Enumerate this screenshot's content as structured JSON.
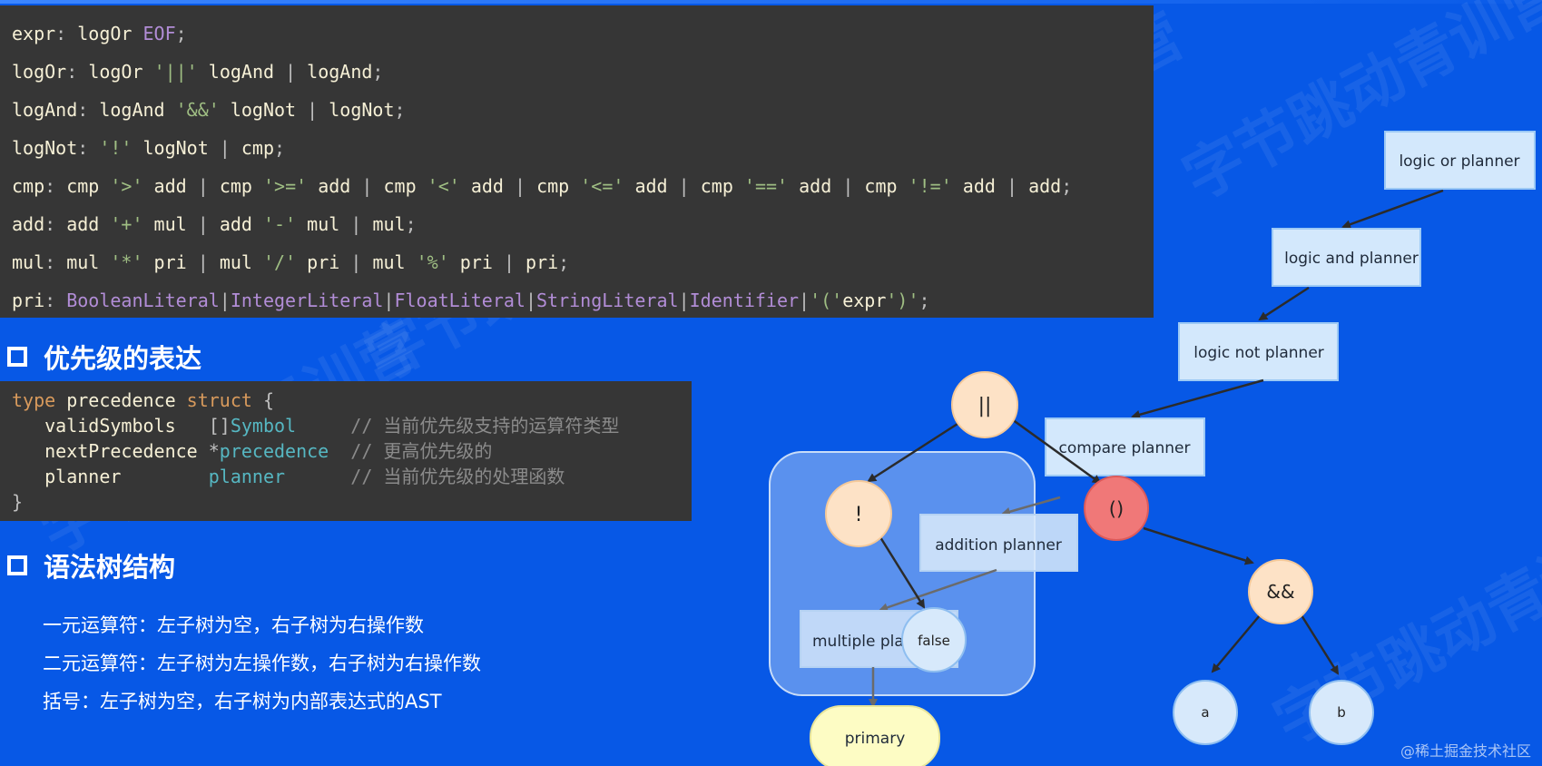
{
  "grammar": [
    [
      [
        "expr",
        "id"
      ],
      [
        ": ",
        "op"
      ],
      [
        "logOr ",
        "id"
      ],
      [
        "EOF",
        "purple"
      ],
      [
        ";",
        "op"
      ]
    ],
    [
      [
        "logOr",
        "id"
      ],
      [
        ": ",
        "op"
      ],
      [
        "logOr ",
        "id"
      ],
      [
        "'||'",
        "str"
      ],
      [
        " logAnd ",
        "id"
      ],
      [
        "| ",
        "op"
      ],
      [
        "logAnd",
        "id"
      ],
      [
        ";",
        "op"
      ]
    ],
    [
      [
        "logAnd",
        "id"
      ],
      [
        ": ",
        "op"
      ],
      [
        "logAnd ",
        "id"
      ],
      [
        "'&&'",
        "str"
      ],
      [
        " logNot ",
        "id"
      ],
      [
        "| ",
        "op"
      ],
      [
        "logNot",
        "id"
      ],
      [
        ";",
        "op"
      ]
    ],
    [
      [
        "logNot",
        "id"
      ],
      [
        ": ",
        "op"
      ],
      [
        "'!'",
        "str"
      ],
      [
        " logNot ",
        "id"
      ],
      [
        "| ",
        "op"
      ],
      [
        "cmp",
        "id"
      ],
      [
        ";",
        "op"
      ]
    ],
    [
      [
        "cmp",
        "id"
      ],
      [
        ": ",
        "op"
      ],
      [
        "cmp ",
        "id"
      ],
      [
        "'>'",
        "str"
      ],
      [
        " add ",
        "id"
      ],
      [
        "| ",
        "op"
      ],
      [
        "cmp ",
        "id"
      ],
      [
        "'>='",
        "str"
      ],
      [
        " add ",
        "id"
      ],
      [
        "| ",
        "op"
      ],
      [
        "cmp ",
        "id"
      ],
      [
        "'<'",
        "str"
      ],
      [
        " add ",
        "id"
      ],
      [
        "| ",
        "op"
      ],
      [
        "cmp ",
        "id"
      ],
      [
        "'<='",
        "str"
      ],
      [
        " add ",
        "id"
      ],
      [
        "| ",
        "op"
      ],
      [
        "cmp ",
        "id"
      ],
      [
        "'=='",
        "str"
      ],
      [
        " add ",
        "id"
      ],
      [
        "| ",
        "op"
      ],
      [
        "cmp ",
        "id"
      ],
      [
        "'!='",
        "str"
      ],
      [
        " add ",
        "id"
      ],
      [
        "| ",
        "op"
      ],
      [
        "add",
        "id"
      ],
      [
        ";",
        "op"
      ]
    ],
    [
      [
        "add",
        "id"
      ],
      [
        ": ",
        "op"
      ],
      [
        "add ",
        "id"
      ],
      [
        "'+'",
        "str"
      ],
      [
        " mul ",
        "id"
      ],
      [
        "| ",
        "op"
      ],
      [
        "add ",
        "id"
      ],
      [
        "'-'",
        "str"
      ],
      [
        " mul ",
        "id"
      ],
      [
        "| ",
        "op"
      ],
      [
        "mul",
        "id"
      ],
      [
        ";",
        "op"
      ]
    ],
    [
      [
        "mul",
        "id"
      ],
      [
        ": ",
        "op"
      ],
      [
        "mul ",
        "id"
      ],
      [
        "'*'",
        "str"
      ],
      [
        " pri ",
        "id"
      ],
      [
        "| ",
        "op"
      ],
      [
        "mul ",
        "id"
      ],
      [
        "'/'",
        "str"
      ],
      [
        " pri ",
        "id"
      ],
      [
        "| ",
        "op"
      ],
      [
        "mul ",
        "id"
      ],
      [
        "'%'",
        "str"
      ],
      [
        " pri ",
        "id"
      ],
      [
        "| ",
        "op"
      ],
      [
        "pri",
        "id"
      ],
      [
        ";",
        "op"
      ]
    ],
    [
      [
        "pri",
        "id"
      ],
      [
        ": ",
        "op"
      ],
      [
        "BooleanLiteral",
        "purple"
      ],
      [
        "|",
        "op"
      ],
      [
        "IntegerLiteral",
        "purple"
      ],
      [
        "|",
        "op"
      ],
      [
        "FloatLiteral",
        "purple"
      ],
      [
        "|",
        "op"
      ],
      [
        "StringLiteral",
        "purple"
      ],
      [
        "|",
        "op"
      ],
      [
        "Identifier",
        "purple"
      ],
      [
        "|",
        "op"
      ],
      [
        "'('",
        "str"
      ],
      [
        "expr",
        "id"
      ],
      [
        "')'",
        "str"
      ],
      [
        ";",
        "op"
      ]
    ]
  ],
  "sections": {
    "precedence_title": "优先级的表达",
    "tree_title": "语法树结构"
  },
  "struct_code": [
    [
      [
        "type",
        "kw"
      ],
      [
        " precedence ",
        "id"
      ],
      [
        "struct",
        "kw"
      ],
      [
        " {",
        "op"
      ]
    ],
    [
      [
        "   validSymbols   ",
        "id"
      ],
      [
        "[]",
        "op"
      ],
      [
        "Symbol",
        "type"
      ],
      [
        "     // 当前优先级支持的运算符类型",
        "comment"
      ]
    ],
    [
      [
        "   nextPrecedence ",
        "id"
      ],
      [
        "*",
        "op"
      ],
      [
        "precedence",
        "type"
      ],
      [
        "  // 更高优先级的",
        "comment"
      ]
    ],
    [
      [
        "   planner        ",
        "id"
      ],
      [
        "planner",
        "type"
      ],
      [
        "      // 当前优先级的处理函数",
        "comment"
      ]
    ],
    [
      [
        "}",
        "op"
      ]
    ]
  ],
  "descriptions": [
    "一元运算符：左子树为空，右子树为右操作数",
    "二元运算符：左子树为左操作数，右子树为右操作数",
    "括号：左子树为空，右子树为内部表达式的AST"
  ],
  "diagram": {
    "planners": {
      "logic_or": "logic or planner",
      "logic_and": "logic and planner",
      "logic_not": "logic not planner",
      "compare": "compare planner",
      "addition": "addition planner",
      "multiple": "multiple planner",
      "primary": "primary"
    },
    "nodes": {
      "or": "||",
      "not": "!",
      "paren": "()",
      "and": "&&",
      "false": "false",
      "a": "a",
      "b": "b"
    }
  },
  "watermark": "@稀土掘金技术社区",
  "background_watermark": "字节跳动青训营",
  "colors": {
    "background": "#0758e6",
    "code_bg": "#363636",
    "planner_box": "#d3e8fc",
    "operator_node": "#fde2c6",
    "paren_node": "#f07878",
    "leaf_node": "#d7e9fb",
    "primary_node": "#fdfcc4"
  }
}
